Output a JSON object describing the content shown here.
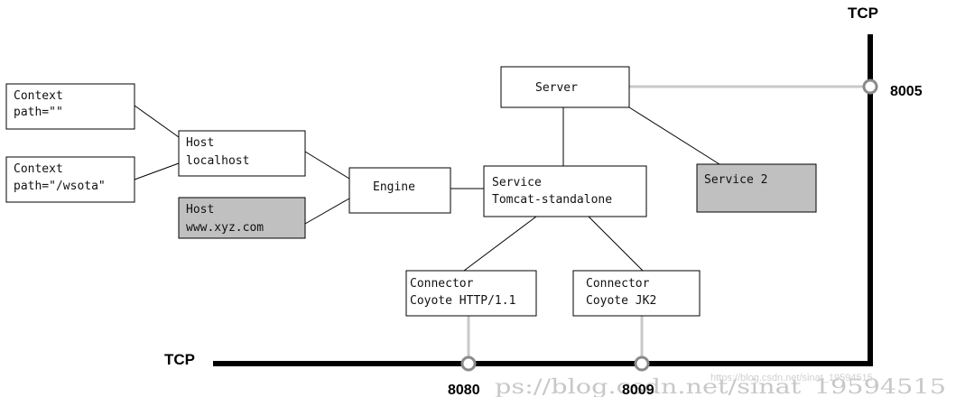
{
  "nodes": {
    "context_root": {
      "line1": "Context",
      "line2": "path=\"\""
    },
    "context_wsota": {
      "line1": "Context",
      "line2": "path=\"/wsota\""
    },
    "host_localhost": {
      "line1": "Host",
      "line2": "localhost"
    },
    "host_xyz": {
      "line1": "Host",
      "line2": "www.xyz.com"
    },
    "engine": {
      "label": "Engine"
    },
    "service": {
      "line1": "Service",
      "line2": "Tomcat-standalone"
    },
    "server": {
      "label": "Server"
    },
    "service2": {
      "label": "Service 2"
    },
    "connector_http": {
      "line1": "Connector",
      "line2": "Coyote HTTP/1.1"
    },
    "connector_jk2": {
      "line1": "Connector",
      "line2": "Coyote JK2"
    }
  },
  "tcp_vertical": {
    "label": "TCP",
    "port": "8005"
  },
  "tcp_horizontal": {
    "label": "TCP",
    "ports": [
      "8080",
      "8009"
    ]
  },
  "watermark": {
    "big": "ps://blog.csdn.net/sinat_19594515",
    "small": "https://blog.csdn.net/sinat_19594515"
  },
  "colors": {
    "box_fill": "#ffffff",
    "box_fill_shaded": "#c0c0c0",
    "edge": "#000000",
    "tcp_line": "#000000",
    "port_link": "#c8c8c8"
  }
}
